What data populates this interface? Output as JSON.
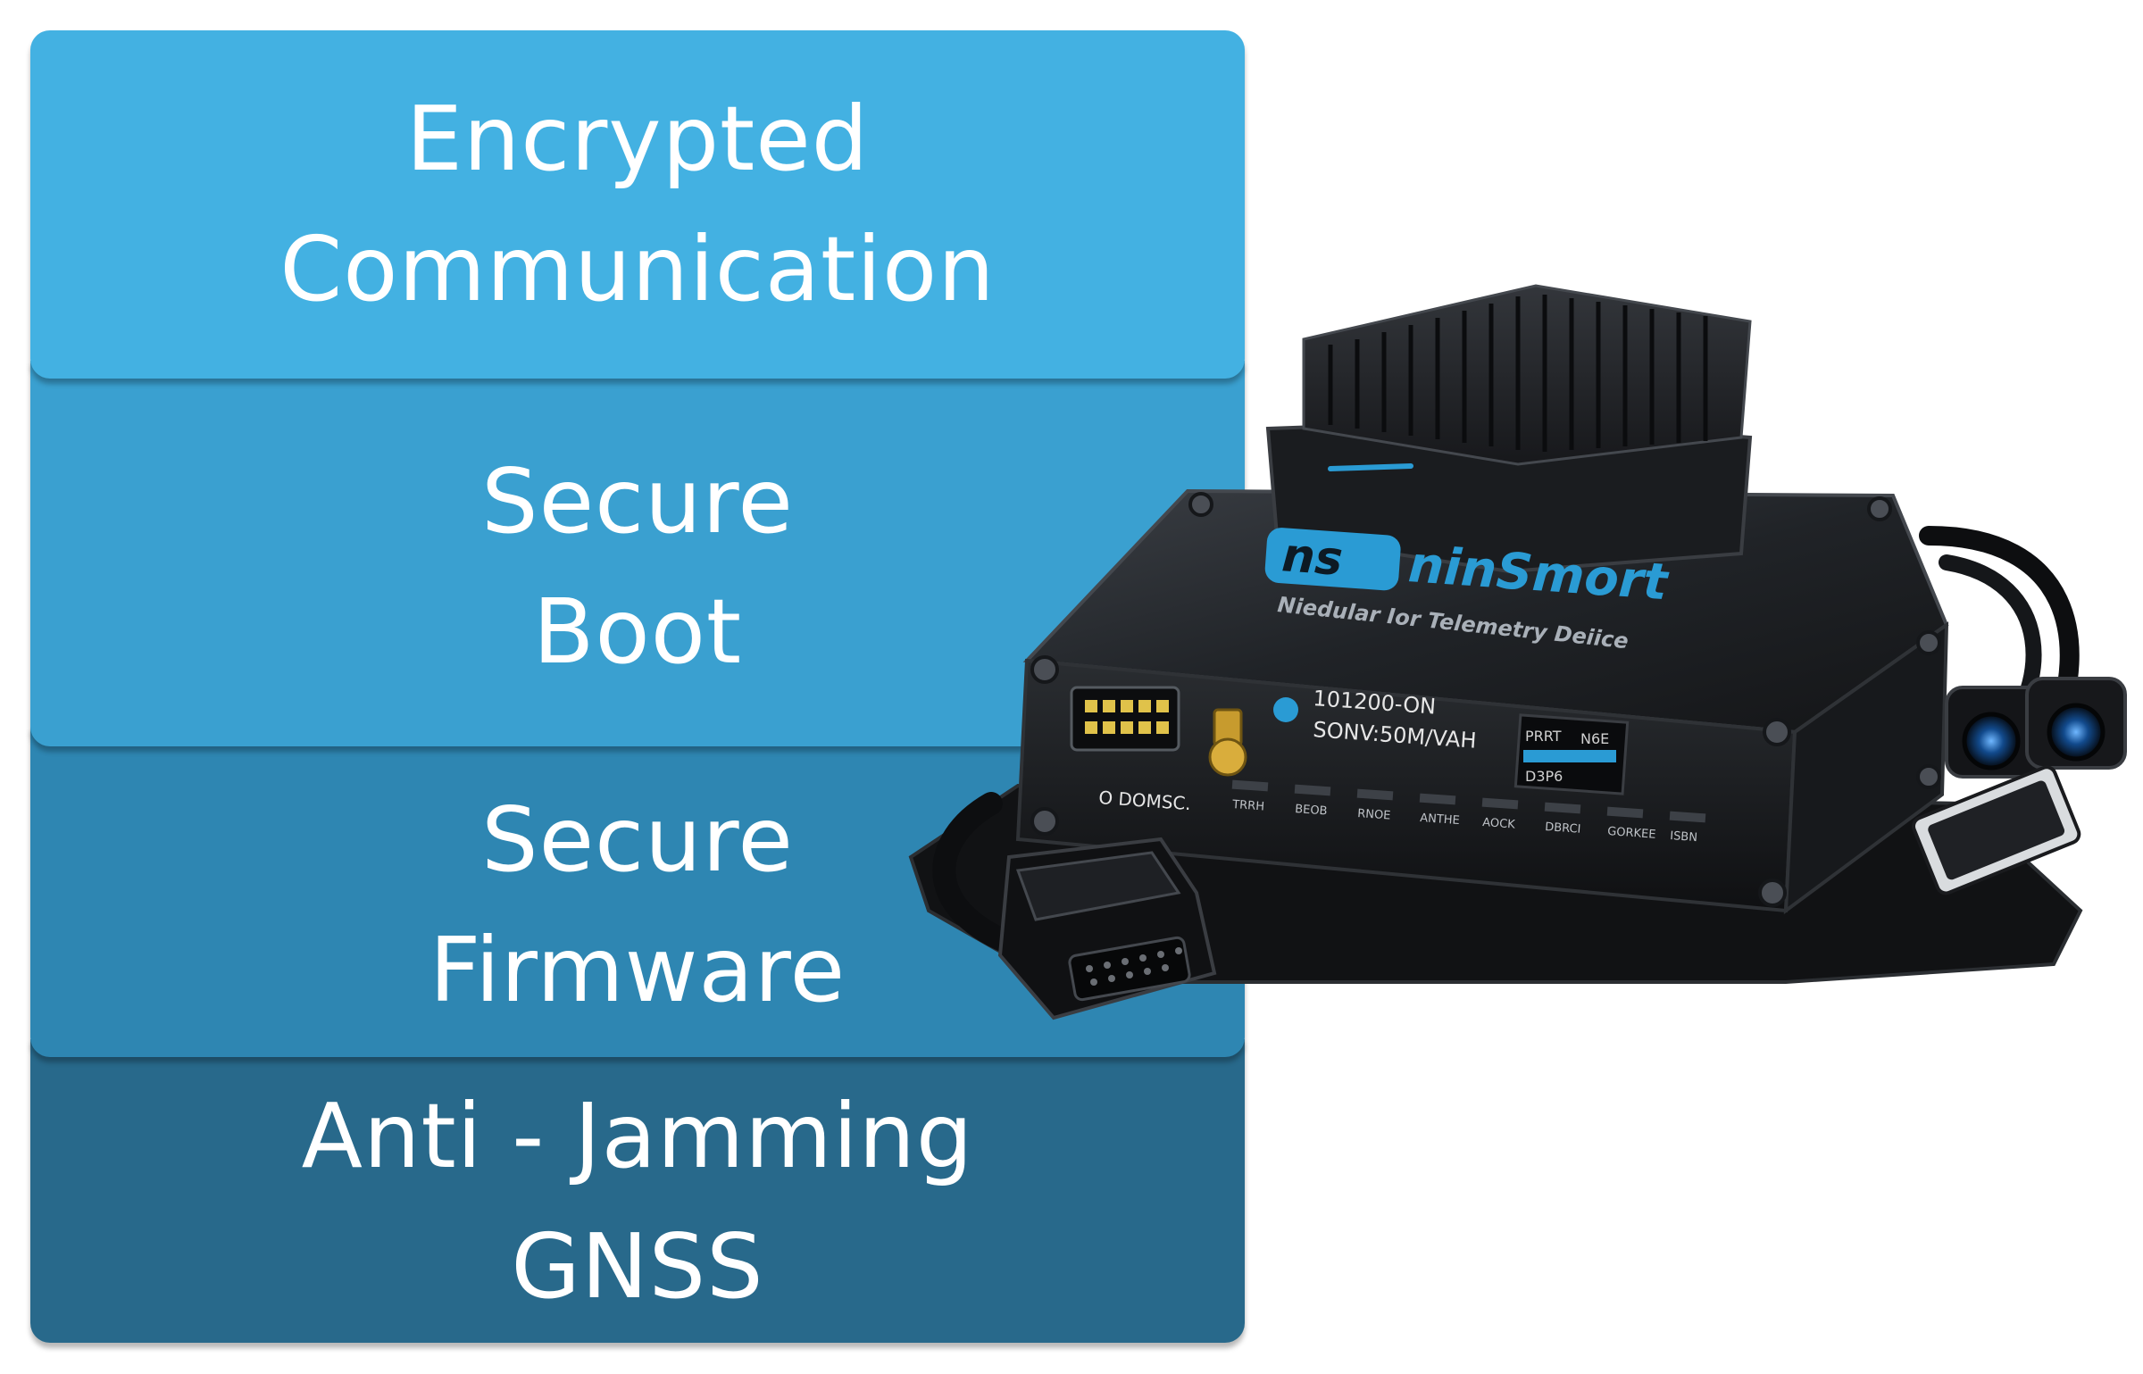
{
  "layers": [
    {
      "label": "Encrypted\nCommunication",
      "color": "#43b1e2"
    },
    {
      "label": "Secure\nBoot",
      "color": "#3aa0d0"
    },
    {
      "label": "Secure\nFirmware",
      "color": "#2e86b2"
    },
    {
      "label": "Anti - Jamming\nGNSS",
      "color": "#28698b"
    }
  ],
  "device": {
    "brand_badge": "ns",
    "brand_name": "ninSmort",
    "subtitle": "Niedular Ior Telemetry Deiice",
    "panel_line1": "101200-ON",
    "panel_line2": "SONV:50M/VAH",
    "panel_small1": "PRRT",
    "panel_small2": "N6E",
    "panel_small3": "D3P6",
    "port_label": "O DOMSC.",
    "port_labels": [
      "TRRH",
      "BEOB",
      "RNOE",
      "ANTHE",
      "AOCK",
      "DBRCI",
      "GORKEE",
      "ISBN"
    ],
    "colors": {
      "body": "#1b1d20",
      "edge": "#3a3d42",
      "accent": "#2a9bd4"
    }
  }
}
